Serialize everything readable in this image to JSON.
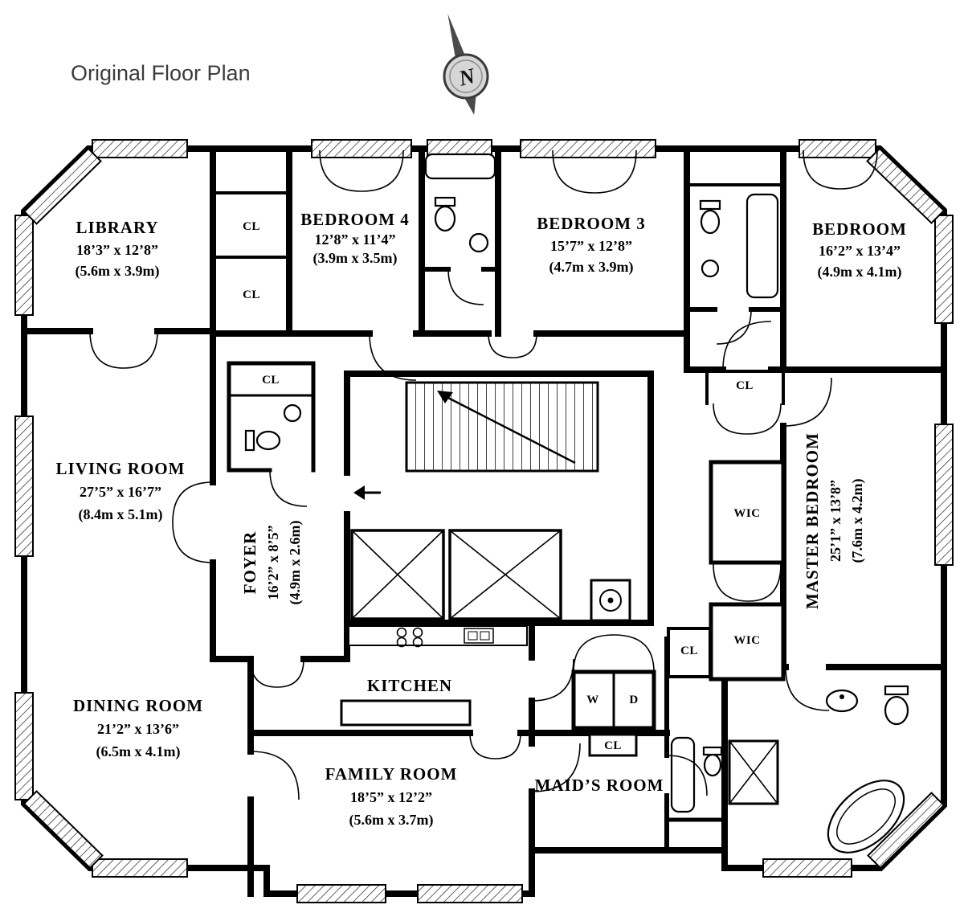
{
  "page": {
    "title": "Original Floor Plan",
    "background": "#ffffff",
    "wall_color": "#000000",
    "title_color": "#3c3c3c"
  },
  "compass": {
    "label": "N"
  },
  "labels": {
    "closet": "CL",
    "walk_in_closet": "WIC",
    "washer": "W",
    "dryer": "D"
  },
  "rooms": {
    "library": {
      "name": "LIBRARY",
      "dims_ft": "18’3” x 12’8”",
      "dims_m": "(5.6m x 3.9m)"
    },
    "bedroom4": {
      "name": "BEDROOM 4",
      "dims_ft": "12’8” x 11’4”",
      "dims_m": "(3.9m x 3.5m)"
    },
    "bedroom3": {
      "name": "BEDROOM 3",
      "dims_ft": "15’7” x 12’8”",
      "dims_m": "(4.7m x 3.9m)"
    },
    "bedroom": {
      "name": "BEDROOM",
      "dims_ft": "16’2” x 13’4”",
      "dims_m": "(4.9m x 4.1m)"
    },
    "living_room": {
      "name": "LIVING ROOM",
      "dims_ft": "27’5” x 16’7”",
      "dims_m": "(8.4m x 5.1m)"
    },
    "foyer": {
      "name": "FOYER",
      "dims_ft": "16’2” x 8’5”",
      "dims_m": "(4.9m x 2.6m)"
    },
    "master_bedroom": {
      "name": "MASTER BEDROOM",
      "dims_ft": "25’1” x 13’8”",
      "dims_m": "(7.6m x 4.2m)"
    },
    "dining_room": {
      "name": "DINING ROOM",
      "dims_ft": "21’2” x 13’6”",
      "dims_m": "(6.5m x 4.1m)"
    },
    "kitchen": {
      "name": "KITCHEN"
    },
    "family_room": {
      "name": "FAMILY ROOM",
      "dims_ft": "18’5” x 12’2”",
      "dims_m": "(5.6m x 3.7m)"
    },
    "maids_room": {
      "name": "MAID’S ROOM"
    }
  }
}
